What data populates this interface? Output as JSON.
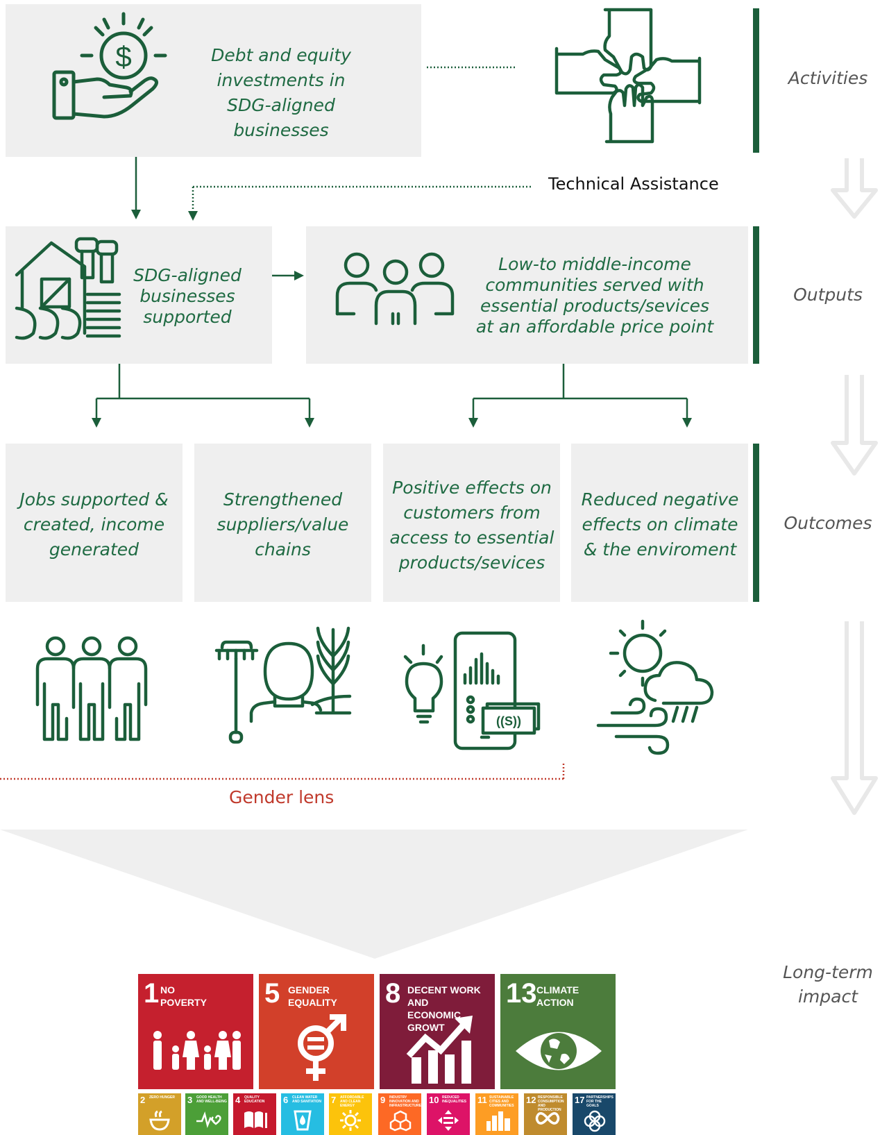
{
  "activity": {
    "text": "Debt and equity investments in SDG-aligned businesses"
  },
  "technical_assistance": "Technical Assistance",
  "outputs": {
    "business": "SDG-aligned businesses supported",
    "communities": "Low-to middle-income communities served with essential products/sevices at an affordable price point"
  },
  "outcomes": [
    "Jobs supported & created, income generated",
    "Strengthened suppliers/value chains",
    "Positive effects on customers from access to essential products/sevices",
    "Reduced negative effects on climate & the enviroment"
  ],
  "gender_lens": "Gender lens",
  "levels": {
    "activities": "Activities",
    "outputs": "Outputs",
    "outcomes": "Outcomes",
    "impact_line1": "Long-term",
    "impact_line2": "impact"
  },
  "sdg_main": [
    {
      "num": "1",
      "label1": "NO",
      "label2": "POVERTY",
      "color": "#c5202e"
    },
    {
      "num": "5",
      "label1": "GENDER",
      "label2": "EQUALITY",
      "color": "#d2402a"
    },
    {
      "num": "8",
      "label1": "DECENT WORK AND",
      "label2": "ECONOMIC GROWT",
      "color": "#7f1c3a"
    },
    {
      "num": "13",
      "label1": "CLIMATE",
      "label2": "ACTION",
      "color": "#4c7c3c"
    }
  ],
  "sdg_small": [
    {
      "num": "2",
      "label": "ZERO HUNGER",
      "color": "#d3a029"
    },
    {
      "num": "3",
      "label": "GOOD HEALTH AND WELL-BEING",
      "color": "#4c9f38"
    },
    {
      "num": "4",
      "label": "QUALITY EDUCATION",
      "color": "#c5192d"
    },
    {
      "num": "6",
      "label": "CLEAN WATER AND SANITATION",
      "color": "#26bde2"
    },
    {
      "num": "7",
      "label": "AFFORDABLE AND CLEAN ENERGY",
      "color": "#fcc30b"
    },
    {
      "num": "9",
      "label": "INDUSTRY INNOVATION AND INFRASTRUCTURE",
      "color": "#fd6925"
    },
    {
      "num": "10",
      "label": "REDUCED INEQUALITIES",
      "color": "#dd1367"
    },
    {
      "num": "11",
      "label": "SUSTAINABLE CITIES AND COMMUNITIES",
      "color": "#fd9d24"
    },
    {
      "num": "12",
      "label": "RESPONSIBLE CONSUMPTION AND PRODUCTION",
      "color": "#bf8b2e"
    },
    {
      "num": "17",
      "label": "PARTNERSHIPS FOR THE GOALS",
      "color": "#19486a"
    }
  ],
  "colors": {
    "green": "#1b5e3a",
    "box": "#efefef",
    "gender": "#c0392b"
  }
}
